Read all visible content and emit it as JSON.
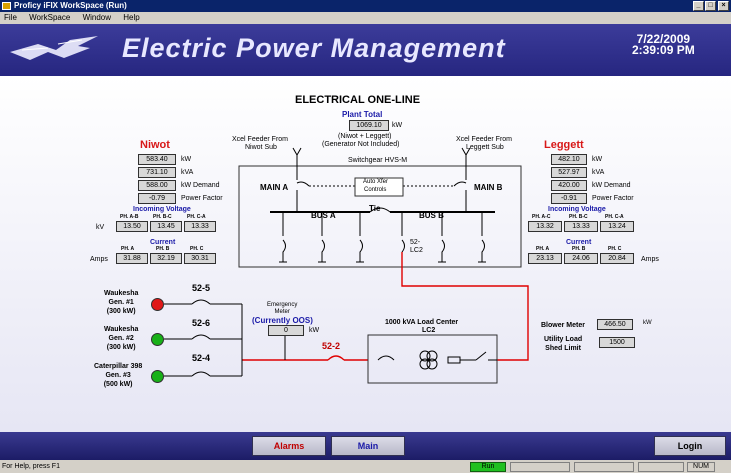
{
  "window": {
    "title": "Proficy iFIX WorkSpace (Run)"
  },
  "menu": [
    "File",
    "WorkSpace",
    "Window",
    "Help"
  ],
  "header": {
    "title": "Electric Power Management",
    "date": "7/22/2009",
    "time": "2:39:09 PM"
  },
  "oneline": {
    "title": "ELECTRICAL ONE-LINE",
    "plant_total_label": "Plant Total",
    "plant_total_value": "1069.10",
    "plant_total_unit": "kW",
    "plant_note_1": "(Niwot + Leggett)",
    "plant_note_2": "(Generator Not Included)",
    "feeder_niwot_1": "Xcel Feeder From",
    "feeder_niwot_2": "Niwot Sub",
    "feeder_leggett_1": "Xcel Feeder From",
    "feeder_leggett_2": "Leggett Sub",
    "switchgear": "Switchgear HVS-M",
    "main_a": "MAIN A",
    "main_b": "MAIN B",
    "auto_xfer_1": "Auto Xfer",
    "auto_xfer_2": "Controls",
    "tie": "Tie",
    "bus_a": "BUS A",
    "bus_b": "BUS B",
    "lc2_breaker_1": "52-",
    "lc2_breaker_2": "LC2"
  },
  "niwot": {
    "title": "Niwot",
    "kw": "583.40",
    "kw_label": "kW",
    "kva": "731.10",
    "kva_label": "kVA",
    "demand": "588.00",
    "demand_label": "kW Demand",
    "pf": "-0.79",
    "pf_label": "Power Factor",
    "voltage_label": "Incoming Voltage",
    "phases_v": [
      "PH. A-B",
      "PH. B-C",
      "PH. C-A"
    ],
    "kv_label": "kV",
    "kv": [
      "13.50",
      "13.45",
      "13.33"
    ],
    "current_label": "Current",
    "phases_i": [
      "PH. A",
      "PH. B",
      "PH. C"
    ],
    "amps_label": "Amps",
    "amps": [
      "31.88",
      "32.19",
      "30.31"
    ]
  },
  "leggett": {
    "title": "Leggett",
    "kw": "482.10",
    "kw_label": "kW",
    "kva": "527.97",
    "kva_label": "kVA",
    "demand": "420.00",
    "demand_label": "kW Demand",
    "pf": "-0.91",
    "pf_label": "Power Factor",
    "voltage_label": "Incoming Voltage",
    "phases_v": [
      "PH. A-C",
      "PH. B-C",
      "PH. C-A"
    ],
    "kv": [
      "13.32",
      "13.33",
      "13.24"
    ],
    "current_label": "Current",
    "phases_i": [
      "PH. A",
      "PH. B",
      "PH. C"
    ],
    "amps_label": "Amps",
    "amps": [
      "23.13",
      "24.06",
      "20.84"
    ]
  },
  "generators": [
    {
      "line1": "Waukesha",
      "line2": "Gen. #1",
      "line3": "(300 kW)",
      "breaker": "52-5",
      "status_color": "#e01818"
    },
    {
      "line1": "Waukesha",
      "line2": "Gen. #2",
      "line3": "(300 kW)",
      "breaker": "52-6",
      "status_color": "#18b018"
    },
    {
      "line1": "Caterpillar 398",
      "line2": "Gen. #3",
      "line3": "(500 kW)",
      "breaker": "52-4",
      "status_color": "#18b018"
    }
  ],
  "emergency": {
    "label_1": "Emergency",
    "label_2": "Meter",
    "oos": "(Currently OOS)",
    "value": "0",
    "unit": "kW"
  },
  "breaker_52_2": "52-2",
  "load_center": {
    "label_1": "1000 kVA Load Center",
    "label_2": "LC2"
  },
  "blower": {
    "label": "Blower Meter",
    "value": "466.50",
    "unit": "kW"
  },
  "utility": {
    "label_1": "Utility Load",
    "label_2": "Shed Limit",
    "value": "1500"
  },
  "nav": {
    "alarms": "Alarms",
    "main": "Main",
    "login": "Login"
  },
  "status": {
    "help": "For Help, press F1",
    "run": "Run",
    "num": "NUM"
  },
  "colors": {
    "accent": "#1a1aa8",
    "alarm_red": "#d81818",
    "feed_line": "#e00000"
  }
}
